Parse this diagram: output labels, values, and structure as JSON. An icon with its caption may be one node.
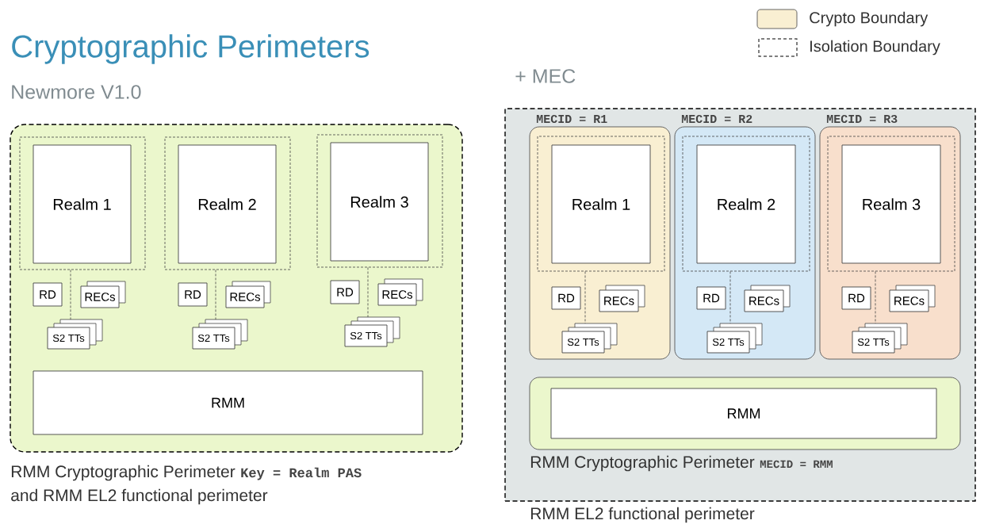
{
  "diagram": {
    "title": "Cryptographic Perimeters",
    "nodes": [
      {
        "text": [
          "Newmore V1.0"
        ],
        "beside": [
          "RMM Cryptographic Perimeter",
          "Key = Realm PAS",
          "and RMM EL2 functional perimeter"
        ]
      },
      {
        "text": [],
        "shape": "box",
        "in": 0
      },
      {
        "text": [
          "Realm 1"
        ],
        "in": 1
      },
      {
        "text": [
          "RD"
        ],
        "in": 0
      },
      {
        "text": [
          "RECs"
        ],
        "in": 0
      },
      {
        "text": [
          "S2 TTs"
        ],
        "in": 0
      },
      {
        "text": [],
        "shape": "box",
        "in": 0
      },
      {
        "text": [
          "Realm 2"
        ],
        "in": 6
      },
      {
        "text": [
          "RD"
        ],
        "in": 0
      },
      {
        "text": [
          "RECs"
        ],
        "in": 0
      },
      {
        "text": [
          "S2 TTs"
        ],
        "in": 0
      },
      {
        "text": [],
        "shape": "box",
        "in": 0
      },
      {
        "text": [
          "Realm 3"
        ],
        "in": 11
      },
      {
        "text": [
          "RD"
        ],
        "in": 0
      },
      {
        "text": [
          "RECs"
        ],
        "in": 0
      },
      {
        "text": [
          "S2 TTs"
        ],
        "in": 0
      },
      {
        "text": [
          "RMM"
        ],
        "in": 0
      },
      {
        "text": [
          "+ MEC"
        ],
        "beside": [
          "RMM EL2 functional perimeter"
        ]
      },
      {
        "text": [
          "MECID = R1"
        ],
        "in": 17
      },
      {
        "text": [],
        "shape": "box",
        "in": 18
      },
      {
        "text": [
          "Realm 1"
        ],
        "in": 19
      },
      {
        "text": [
          "RD"
        ],
        "in": 18
      },
      {
        "text": [
          "RECs"
        ],
        "in": 18
      },
      {
        "text": [
          "S2 TTs"
        ],
        "in": 18
      },
      {
        "text": [
          "MECID = R2"
        ],
        "in": 17
      },
      {
        "text": [],
        "shape": "box",
        "in": 24
      },
      {
        "text": [
          "Realm 2"
        ],
        "in": 25
      },
      {
        "text": [
          "RD"
        ],
        "in": 24
      },
      {
        "text": [
          "RECs"
        ],
        "in": 24
      },
      {
        "text": [
          "S2 TTs"
        ],
        "in": 24
      },
      {
        "text": [
          "MECID = R3"
        ],
        "in": 17
      },
      {
        "text": [],
        "shape": "box",
        "in": 30
      },
      {
        "text": [
          "Realm 3"
        ],
        "in": 31
      },
      {
        "text": [
          "RD"
        ],
        "in": 30
      },
      {
        "text": [
          "RECs"
        ],
        "in": 30
      },
      {
        "text": [
          "S2 TTs"
        ],
        "in": 30
      },
      {
        "text": [],
        "shape": "box",
        "in": 17,
        "beside": [
          "RMM Cryptographic Perimeter",
          "MECID = RMM"
        ]
      },
      {
        "text": [
          "RMM"
        ],
        "in": 36
      }
    ],
    "edges": [
      {
        "from": 1,
        "to": 5,
        "arrow": "none",
        "style": "dashed"
      },
      {
        "from": 6,
        "to": 10,
        "arrow": "none",
        "style": "dashed"
      },
      {
        "from": 11,
        "to": 15,
        "arrow": "none",
        "style": "dashed"
      },
      {
        "from": 19,
        "to": 23,
        "arrow": "none",
        "style": "dashed"
      },
      {
        "from": 25,
        "to": 29,
        "arrow": "none",
        "style": "dashed"
      },
      {
        "from": 31,
        "to": 35,
        "arrow": "none",
        "style": "dashed"
      }
    ],
    "legend": [
      {
        "text": "Crypto Boundary",
        "color": "#f9efd2"
      },
      {
        "text": "Isolation Boundary"
      }
    ]
  }
}
